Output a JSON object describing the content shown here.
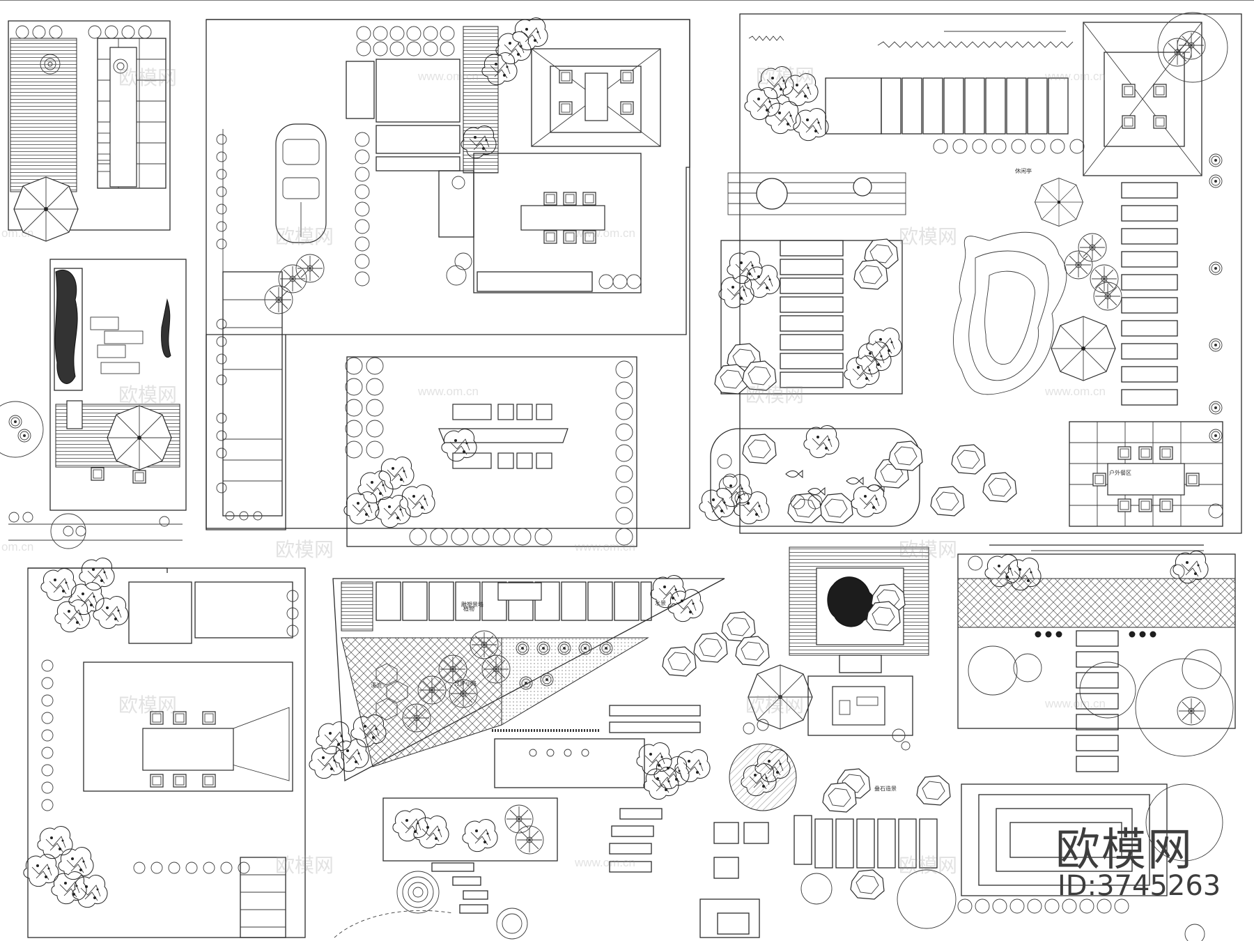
{
  "plan_labels": {
    "wall_label": "雕塑景墙",
    "pavilion_label": "休闲亭",
    "dining_label": "户外餐区",
    "stream_label": "溪流",
    "path_label": "汀步小路",
    "plant_label": "植物",
    "water_label": "水景",
    "rock_label": "叠石造景"
  },
  "watermarks": {
    "text": "欧模网",
    "url": "www.om.cn",
    "url_short": "om.cn"
  },
  "brand": {
    "name": "欧模网",
    "id": "ID:3745263"
  },
  "icons": [
    "tree-icon",
    "umbrella-icon",
    "car-icon",
    "table-set-icon",
    "rock-icon",
    "fish-icon",
    "shrub-icon",
    "pavilion-icon"
  ],
  "colors": {
    "line": "#2b2b2b",
    "paper": "#ffffff",
    "watermark": "#969696",
    "brand": "#3d3d3d"
  }
}
